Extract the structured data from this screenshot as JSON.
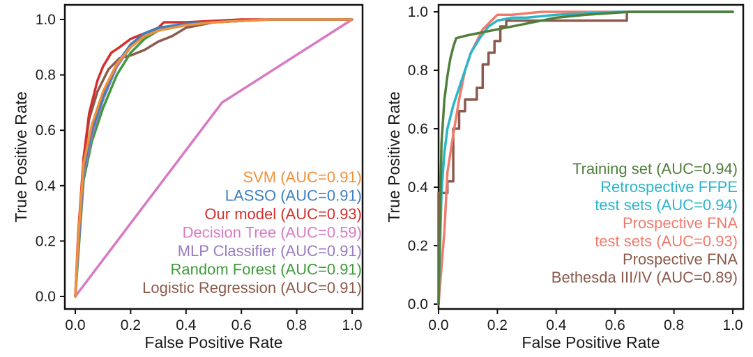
{
  "chart_data": [
    {
      "type": "line",
      "title": "",
      "xlabel": "False Positive Rate",
      "ylabel": "True Positive Rate",
      "xlim": [
        0.0,
        1.0
      ],
      "ylim": [
        0.0,
        1.0
      ],
      "xticks": [
        "0.0",
        "0.2",
        "0.4",
        "0.6",
        "0.8",
        "1.0"
      ],
      "yticks": [
        "0.0",
        "0.2",
        "0.4",
        "0.6",
        "0.8",
        "1.0"
      ],
      "grid": false,
      "legend_position": "bottom-right",
      "series": [
        {
          "name": "SVM (AUC=0.91)",
          "color": "#f0913a",
          "x": [
            0,
            0.01,
            0.03,
            0.06,
            0.1,
            0.15,
            0.2,
            0.25,
            0.3,
            0.4,
            0.5,
            0.7,
            1.0
          ],
          "y": [
            0,
            0.2,
            0.48,
            0.62,
            0.74,
            0.84,
            0.9,
            0.94,
            0.96,
            0.98,
            0.99,
            1.0,
            1.0
          ]
        },
        {
          "name": "LASSO (AUC=0.91)",
          "color": "#3d7fc0",
          "x": [
            0,
            0.01,
            0.03,
            0.06,
            0.1,
            0.15,
            0.2,
            0.25,
            0.3,
            0.4,
            0.5,
            0.7,
            1.0
          ],
          "y": [
            0,
            0.18,
            0.46,
            0.6,
            0.72,
            0.84,
            0.91,
            0.95,
            0.97,
            0.985,
            0.99,
            1.0,
            1.0
          ]
        },
        {
          "name": "Our model (AUC=0.93)",
          "color": "#d42f2c",
          "x": [
            0,
            0.01,
            0.03,
            0.05,
            0.08,
            0.1,
            0.13,
            0.16,
            0.2,
            0.25,
            0.3,
            0.32,
            0.4,
            0.6,
            1.0
          ],
          "y": [
            0,
            0.22,
            0.5,
            0.66,
            0.78,
            0.83,
            0.88,
            0.9,
            0.93,
            0.95,
            0.97,
            0.99,
            0.99,
            1.0,
            1.0
          ]
        },
        {
          "name": "Decision Tree (AUC=0.59)",
          "color": "#d77ac4",
          "x": [
            0,
            0.53,
            1.0
          ],
          "y": [
            0,
            0.7,
            1.0
          ]
        },
        {
          "name": "MLP Classifier (AUC=0.91)",
          "color": "#9a7bc0",
          "x": [
            0,
            0.01,
            0.03,
            0.06,
            0.1,
            0.15,
            0.2,
            0.25,
            0.3,
            0.4,
            0.5,
            0.7,
            1.0
          ],
          "y": [
            0,
            0.16,
            0.44,
            0.58,
            0.71,
            0.83,
            0.9,
            0.94,
            0.965,
            0.98,
            0.99,
            1.0,
            1.0
          ]
        },
        {
          "name": "Random Forest (AUC=0.91)",
          "color": "#3e9a3a",
          "x": [
            0,
            0.01,
            0.03,
            0.06,
            0.1,
            0.15,
            0.2,
            0.25,
            0.3,
            0.4,
            0.5,
            0.7,
            1.0
          ],
          "y": [
            0,
            0.14,
            0.42,
            0.56,
            0.68,
            0.8,
            0.88,
            0.93,
            0.96,
            0.98,
            0.99,
            1.0,
            1.0
          ]
        },
        {
          "name": "Logistic Regression (AUC=0.91)",
          "color": "#8c5a4a",
          "x": [
            0,
            0.01,
            0.03,
            0.05,
            0.08,
            0.12,
            0.16,
            0.2,
            0.25,
            0.3,
            0.35,
            0.4,
            0.5,
            0.7,
            1.0
          ],
          "y": [
            0,
            0.2,
            0.5,
            0.64,
            0.74,
            0.82,
            0.86,
            0.87,
            0.89,
            0.92,
            0.94,
            0.97,
            0.99,
            1.0,
            1.0
          ]
        }
      ]
    },
    {
      "type": "line",
      "title": "",
      "xlabel": "False Positive Rate",
      "ylabel": "True Positive Rate",
      "xlim": [
        0.0,
        1.0
      ],
      "ylim": [
        0.0,
        1.0
      ],
      "xticks": [
        "0.0",
        "0.2",
        "0.4",
        "0.6",
        "0.8",
        "1.0"
      ],
      "yticks": [
        "0.0",
        "0.2",
        "0.4",
        "0.6",
        "0.8",
        "1.0"
      ],
      "grid": false,
      "legend_position": "bottom-right",
      "series": [
        {
          "name": "Training set (AUC=0.94)",
          "color": "#4f7f3a",
          "legend_lines": [
            "Training set (AUC=0.94)"
          ],
          "x": [
            0,
            0.005,
            0.01,
            0.02,
            0.03,
            0.04,
            0.05,
            0.06,
            0.1,
            0.15,
            0.2,
            0.3,
            0.4,
            0.5,
            0.65,
            1.0
          ],
          "y": [
            0,
            0.3,
            0.55,
            0.7,
            0.78,
            0.84,
            0.88,
            0.91,
            0.92,
            0.93,
            0.94,
            0.96,
            0.98,
            0.99,
            1.0,
            1.0
          ]
        },
        {
          "name": "Retrospective FFPE test sets (AUC=0.94)",
          "color": "#2cb5c8",
          "legend_lines": [
            "Retrospective FFPE",
            "test sets (AUC=0.94)"
          ],
          "x": [
            0,
            0.01,
            0.02,
            0.03,
            0.05,
            0.07,
            0.09,
            0.11,
            0.14,
            0.17,
            0.2,
            0.25,
            0.3,
            0.4,
            0.5,
            0.6,
            1.0
          ],
          "y": [
            0,
            0.38,
            0.52,
            0.6,
            0.68,
            0.74,
            0.8,
            0.86,
            0.91,
            0.95,
            0.97,
            0.98,
            0.98,
            0.99,
            0.995,
            1.0,
            1.0
          ]
        },
        {
          "name": "Prospective FNA test sets (AUC=0.93)",
          "color": "#f07b6c",
          "legend_lines": [
            "Prospective FNA",
            "test sets (AUC=0.93)"
          ],
          "x": [
            0,
            0.02,
            0.03,
            0.05,
            0.07,
            0.09,
            0.11,
            0.13,
            0.15,
            0.17,
            0.19,
            0.2,
            0.25,
            0.35,
            0.5,
            0.65,
            1.0
          ],
          "y": [
            0,
            0.25,
            0.45,
            0.58,
            0.7,
            0.8,
            0.86,
            0.9,
            0.94,
            0.96,
            0.98,
            0.99,
            0.99,
            1.0,
            1.0,
            1.0,
            1.0
          ]
        },
        {
          "name": "Prospective FNA Bethesda III/IV (AUC=0.89)",
          "color": "#8b5a4c",
          "legend_lines": [
            "Prospective FNA",
            "Bethesda III/IV (AUC=0.89)"
          ],
          "x": [
            0,
            0,
            0.03,
            0.03,
            0.05,
            0.05,
            0.07,
            0.07,
            0.09,
            0.09,
            0.11,
            0.11,
            0.13,
            0.13,
            0.15,
            0.15,
            0.17,
            0.17,
            0.19,
            0.19,
            0.21,
            0.21,
            0.23,
            0.23,
            0.3,
            0.3,
            0.64,
            0.64,
            1.0
          ],
          "y": [
            0,
            0.38,
            0.38,
            0.42,
            0.42,
            0.6,
            0.6,
            0.66,
            0.66,
            0.7,
            0.7,
            0.7,
            0.7,
            0.74,
            0.74,
            0.82,
            0.82,
            0.86,
            0.86,
            0.9,
            0.9,
            0.95,
            0.95,
            0.97,
            0.97,
            0.97,
            0.97,
            1.0,
            1.0
          ]
        }
      ]
    }
  ]
}
